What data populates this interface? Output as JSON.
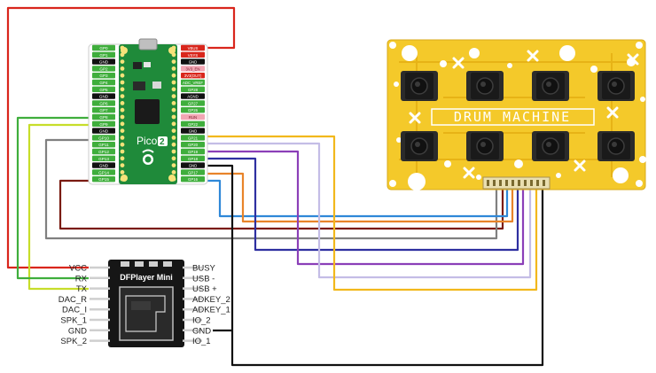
{
  "pico": {
    "board_label": "Pico",
    "model_digit": "2",
    "left_pins": [
      "GP0",
      "GP1",
      "GND",
      "GP2",
      "GP3",
      "GP4",
      "GP5",
      "GND",
      "GP6",
      "GP7",
      "GP8",
      "GP9",
      "GND",
      "GP10",
      "GP11",
      "GP12",
      "GP13",
      "GND",
      "GP14",
      "GP15"
    ],
    "right_pins": [
      "VBUS",
      "VSYS",
      "GND",
      "3V3_EN",
      "3V3(OUT)",
      "ADC_VREF",
      "GP28",
      "AGND",
      "GP27",
      "GP26",
      "RUN",
      "GP22",
      "GND",
      "GP21",
      "GP20",
      "GP19",
      "GP18",
      "GND",
      "GP17",
      "GP16"
    ]
  },
  "dfplayer": {
    "title": "DFPlayer Mini",
    "left_pins": [
      "VCC",
      "RX",
      "TX",
      "DAC_R",
      "DAC_I",
      "SPK_1",
      "GND",
      "SPK_2"
    ],
    "right_pins": [
      "BUSY",
      "USB -",
      "USB +",
      "ADKEY_2",
      "ADKEY_1",
      "IO_2",
      "GND",
      "IO_1"
    ]
  },
  "drum_pad": {
    "label": "DRUM MACHINE",
    "button_count": 8
  },
  "colors": {
    "red": "#d9261c",
    "green": "#3fae3c",
    "yellow_green": "#c7dd2a",
    "dark_red": "#7a1b12",
    "gray": "#808080",
    "blue": "#2f88d8",
    "orange": "#e8842a",
    "navy": "#2e2fa0",
    "purple": "#8b3fb8",
    "lavender": "#c4bde6",
    "gold": "#f2b81c",
    "black": "#111111",
    "pcb_yellow": "#f4c92a",
    "pico_green": "#1f8a3a"
  }
}
